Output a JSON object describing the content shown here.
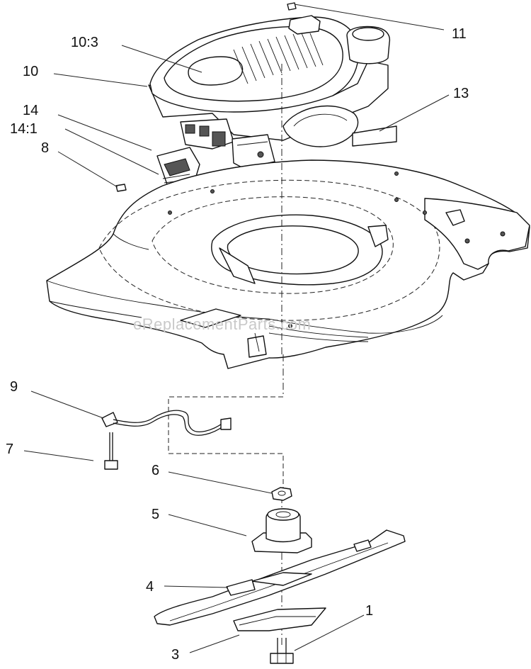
{
  "watermark": "eReplacementParts.com",
  "callouts": [
    {
      "id": "10-3",
      "text": "10:3"
    },
    {
      "id": "10",
      "text": "10"
    },
    {
      "id": "14",
      "text": "14"
    },
    {
      "id": "14-1",
      "text": "14:1"
    },
    {
      "id": "8",
      "text": "8"
    },
    {
      "id": "11",
      "text": "11"
    },
    {
      "id": "13",
      "text": "13"
    },
    {
      "id": "9",
      "text": "9"
    },
    {
      "id": "7",
      "text": "7"
    },
    {
      "id": "6",
      "text": "6"
    },
    {
      "id": "5",
      "text": "5"
    },
    {
      "id": "4",
      "text": "4"
    },
    {
      "id": "1",
      "text": "1"
    },
    {
      "id": "3",
      "text": "3"
    }
  ]
}
